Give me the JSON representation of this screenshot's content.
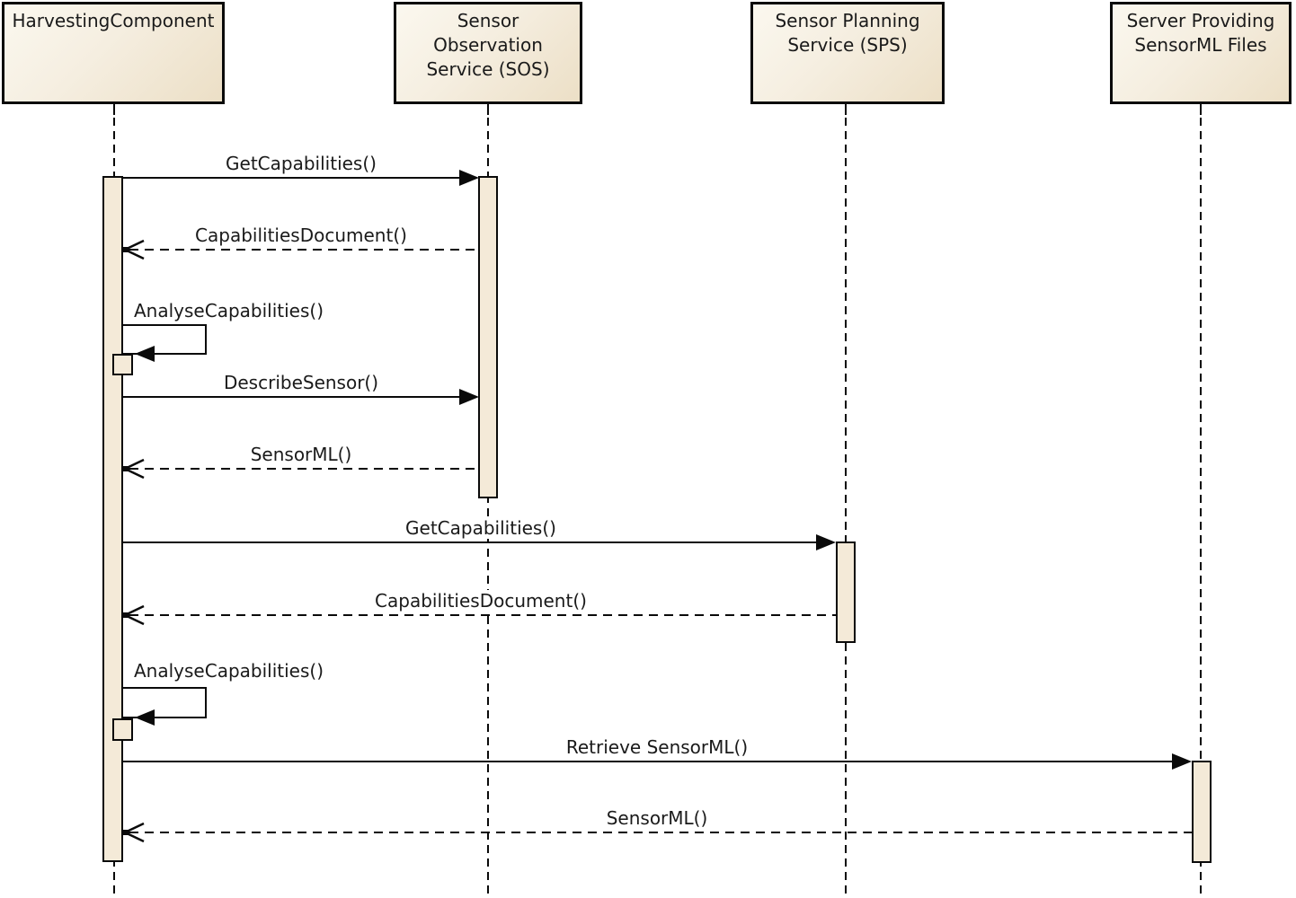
{
  "colors": {
    "background": "#ffffff",
    "box_border": "#0a0a0a",
    "box_fill_top": "#fbf8ef",
    "box_fill_bottom": "#ecdfc6",
    "activation_fill": "#f4ead8",
    "line": "#0a0a0a",
    "text": "#1a1a1a"
  },
  "diagram_type": "uml-sequence-diagram",
  "actors": [
    {
      "id": "harvesting-component",
      "lines": [
        "HarvestingComponent"
      ]
    },
    {
      "id": "sensor-observation-service",
      "lines": [
        "Sensor",
        "Observation",
        "Service (SOS)"
      ]
    },
    {
      "id": "sensor-planning-service",
      "lines": [
        "Sensor Planning",
        "Service (SPS)"
      ]
    },
    {
      "id": "server-providing-sensorml-files",
      "lines": [
        "Server Providing",
        "SensorML Files"
      ]
    }
  ],
  "messages": [
    {
      "label": "GetCapabilities()",
      "type": "sync",
      "from": "HarvestingComponent",
      "to": "Sensor Observation Service (SOS)"
    },
    {
      "label": "CapabilitiesDocument()",
      "type": "return",
      "from": "Sensor Observation Service (SOS)",
      "to": "HarvestingComponent"
    },
    {
      "label": "AnalyseCapabilities()",
      "type": "self",
      "from": "HarvestingComponent",
      "to": "HarvestingComponent"
    },
    {
      "label": "DescribeSensor()",
      "type": "sync",
      "from": "HarvestingComponent",
      "to": "Sensor Observation Service (SOS)"
    },
    {
      "label": "SensorML()",
      "type": "return",
      "from": "Sensor Observation Service (SOS)",
      "to": "HarvestingComponent"
    },
    {
      "label": "GetCapabilities()",
      "type": "sync",
      "from": "HarvestingComponent",
      "to": "Sensor Planning Service (SPS)"
    },
    {
      "label": "CapabilitiesDocument()",
      "type": "return",
      "from": "Sensor Planning Service (SPS)",
      "to": "HarvestingComponent"
    },
    {
      "label": "AnalyseCapabilities()",
      "type": "self",
      "from": "HarvestingComponent",
      "to": "HarvestingComponent"
    },
    {
      "label": "Retrieve SensorML()",
      "type": "sync",
      "from": "HarvestingComponent",
      "to": "Server Providing SensorML Files"
    },
    {
      "label": "SensorML()",
      "type": "return",
      "from": "Server Providing SensorML Files",
      "to": "HarvestingComponent"
    }
  ]
}
